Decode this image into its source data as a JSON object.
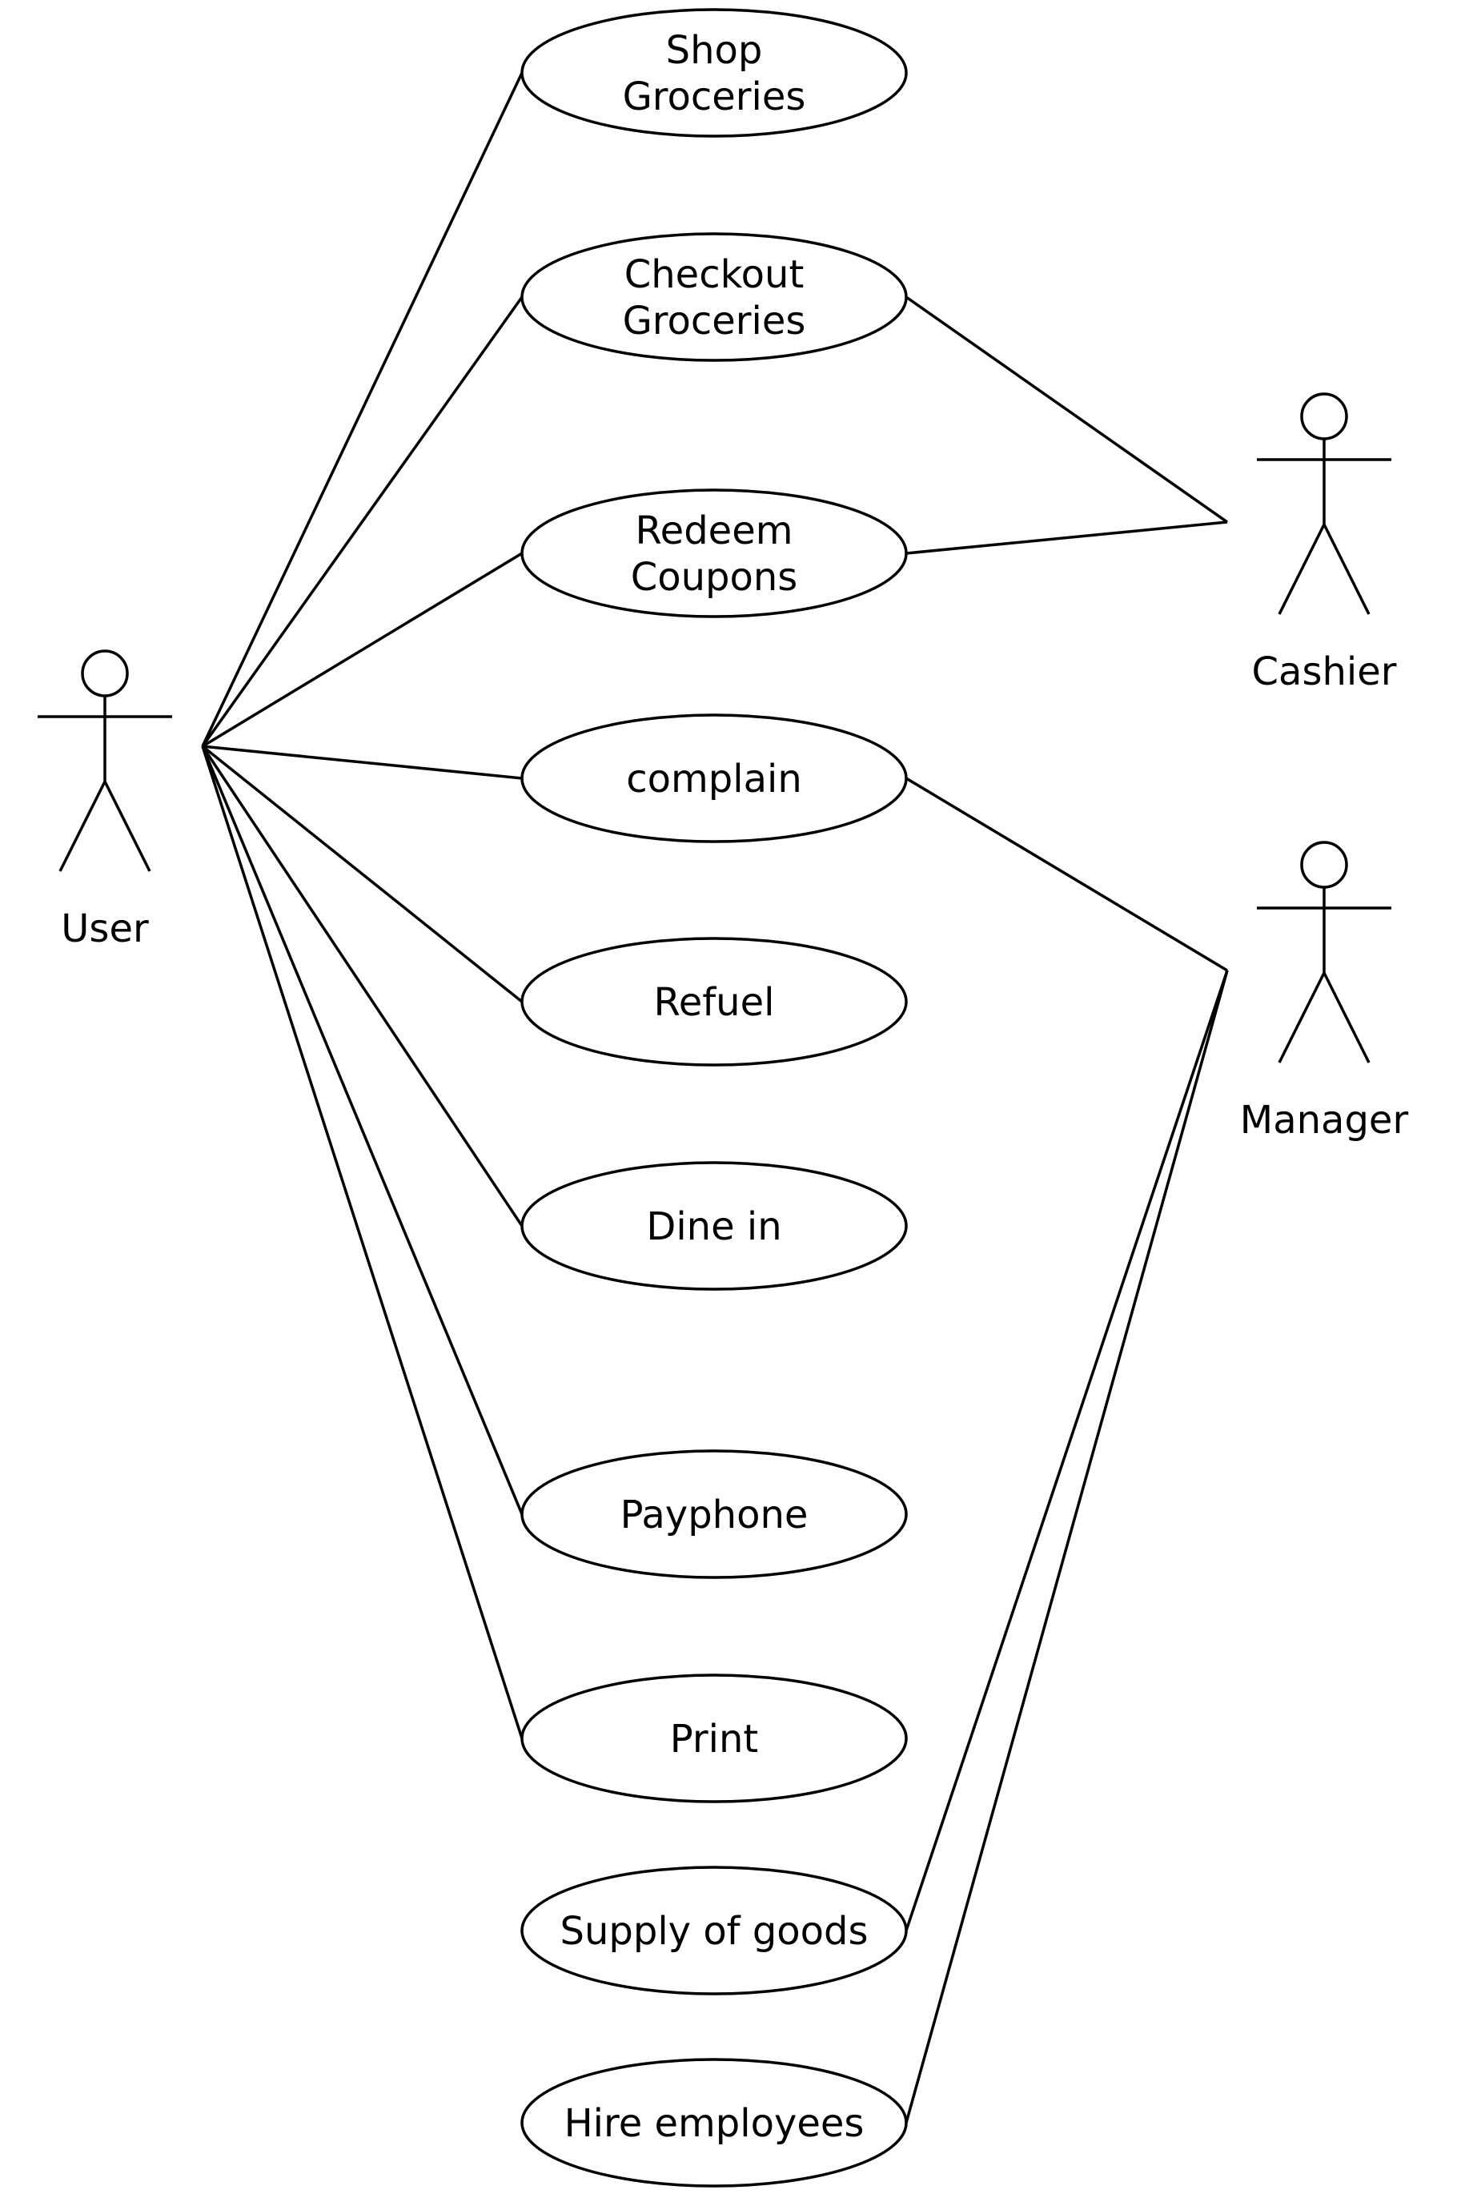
{
  "actors": [
    {
      "id": "user",
      "label": "User"
    },
    {
      "id": "cashier",
      "label": "Cashier"
    },
    {
      "id": "manager",
      "label": "Manager"
    }
  ],
  "use_cases": [
    {
      "id": "shop_groceries",
      "lines": [
        "Shop",
        "Groceries"
      ]
    },
    {
      "id": "checkout_groceries",
      "lines": [
        "Checkout",
        "Groceries"
      ]
    },
    {
      "id": "redeem_coupons",
      "lines": [
        "Redeem",
        "Coupons"
      ]
    },
    {
      "id": "complain",
      "lines": [
        "complain"
      ]
    },
    {
      "id": "refuel",
      "lines": [
        "Refuel"
      ]
    },
    {
      "id": "dine_in",
      "lines": [
        "Dine in"
      ]
    },
    {
      "id": "payphone",
      "lines": [
        "Payphone"
      ]
    },
    {
      "id": "print",
      "lines": [
        "Print"
      ]
    },
    {
      "id": "supply_of_goods",
      "lines": [
        "Supply of goods"
      ]
    },
    {
      "id": "hire_employees",
      "lines": [
        "Hire employees"
      ]
    }
  ],
  "associations": [
    {
      "actor": "user",
      "use_case": "shop_groceries"
    },
    {
      "actor": "user",
      "use_case": "checkout_groceries"
    },
    {
      "actor": "user",
      "use_case": "redeem_coupons"
    },
    {
      "actor": "user",
      "use_case": "complain"
    },
    {
      "actor": "user",
      "use_case": "refuel"
    },
    {
      "actor": "user",
      "use_case": "dine_in"
    },
    {
      "actor": "user",
      "use_case": "payphone"
    },
    {
      "actor": "user",
      "use_case": "print"
    },
    {
      "actor": "cashier",
      "use_case": "checkout_groceries"
    },
    {
      "actor": "cashier",
      "use_case": "redeem_coupons"
    },
    {
      "actor": "manager",
      "use_case": "complain"
    },
    {
      "actor": "manager",
      "use_case": "supply_of_goods"
    },
    {
      "actor": "manager",
      "use_case": "hire_employees"
    }
  ]
}
